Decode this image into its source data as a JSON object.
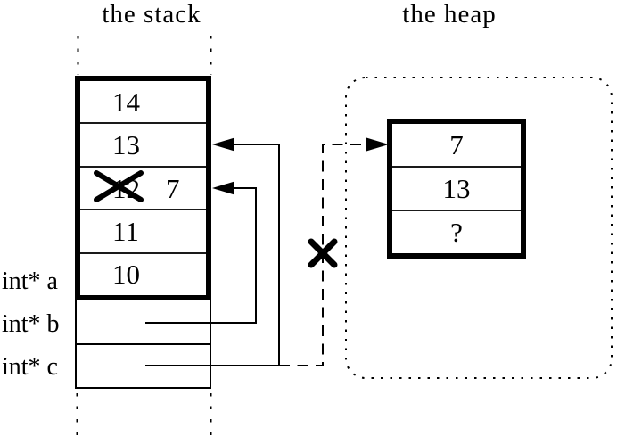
{
  "titles": {
    "stack": "the stack",
    "heap": "the heap"
  },
  "stack": {
    "cells": [
      {
        "value": "14"
      },
      {
        "value": "13"
      },
      {
        "value": "12",
        "crossed_out": true,
        "new_value": "7"
      },
      {
        "value": "11"
      },
      {
        "value": "10"
      }
    ]
  },
  "variables": [
    {
      "label": "int* a"
    },
    {
      "label": "int* b"
    },
    {
      "label": "int* c"
    }
  ],
  "heap": {
    "cells": [
      {
        "value": "7"
      },
      {
        "value": "13"
      },
      {
        "value": "?"
      }
    ]
  },
  "colors": {
    "ink": "#000000",
    "background": "#ffffff"
  }
}
